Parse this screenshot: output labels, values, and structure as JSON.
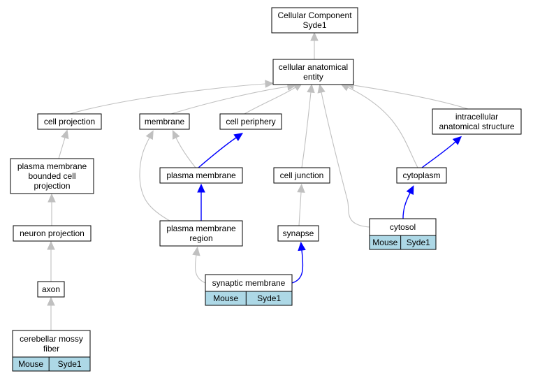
{
  "nodes": {
    "root": {
      "lines": [
        "Cellular Component",
        "Syde1"
      ]
    },
    "cae": {
      "lines": [
        "cellular anatomical",
        "entity"
      ]
    },
    "cellproj": {
      "lines": [
        "cell projection"
      ]
    },
    "membrane": {
      "lines": [
        "membrane"
      ]
    },
    "periphery": {
      "lines": [
        "cell periphery"
      ]
    },
    "intracell": {
      "lines": [
        "intracellular",
        "anatomical structure"
      ]
    },
    "pmbcp": {
      "lines": [
        "plasma membrane",
        "bounded cell",
        "projection"
      ]
    },
    "plasmamem": {
      "lines": [
        "plasma membrane"
      ]
    },
    "celljunction": {
      "lines": [
        "cell junction"
      ]
    },
    "cytoplasm": {
      "lines": [
        "cytoplasm"
      ]
    },
    "neuronproj": {
      "lines": [
        "neuron projection"
      ]
    },
    "pmregion": {
      "lines": [
        "plasma membrane",
        "region"
      ]
    },
    "synapse": {
      "lines": [
        "synapse"
      ]
    },
    "cytosol": {
      "lines": [
        "cytosol"
      ],
      "annotation": [
        "Mouse",
        "Syde1"
      ]
    },
    "axon": {
      "lines": [
        "axon"
      ]
    },
    "synmem": {
      "lines": [
        "synaptic membrane"
      ],
      "annotation": [
        "Mouse",
        "Syde1"
      ]
    },
    "mossy": {
      "lines": [
        "cerebellar mossy",
        "fiber"
      ],
      "annotation": [
        "Mouse",
        "Syde1"
      ]
    }
  },
  "edges": [
    {
      "from": "cae",
      "to": "root",
      "kind": "is_a"
    },
    {
      "from": "cellproj",
      "to": "cae",
      "kind": "is_a"
    },
    {
      "from": "membrane",
      "to": "cae",
      "kind": "is_a"
    },
    {
      "from": "periphery",
      "to": "cae",
      "kind": "is_a"
    },
    {
      "from": "intracell",
      "to": "cae",
      "kind": "is_a"
    },
    {
      "from": "celljunction",
      "to": "cae",
      "kind": "is_a"
    },
    {
      "from": "cytosol",
      "to": "cae",
      "kind": "is_a"
    },
    {
      "from": "cytoplasm",
      "to": "cae",
      "kind": "is_a"
    },
    {
      "from": "pmbcp",
      "to": "cellproj",
      "kind": "is_a"
    },
    {
      "from": "neuronproj",
      "to": "pmbcp",
      "kind": "is_a"
    },
    {
      "from": "axon",
      "to": "neuronproj",
      "kind": "is_a"
    },
    {
      "from": "mossy",
      "to": "axon",
      "kind": "is_a"
    },
    {
      "from": "plasmamem",
      "to": "membrane",
      "kind": "is_a"
    },
    {
      "from": "plasmamem",
      "to": "periphery",
      "kind": "part_of"
    },
    {
      "from": "pmregion",
      "to": "membrane",
      "kind": "is_a"
    },
    {
      "from": "pmregion",
      "to": "plasmamem",
      "kind": "part_of"
    },
    {
      "from": "cytoplasm",
      "to": "intracell",
      "kind": "part_of"
    },
    {
      "from": "cytosol",
      "to": "cytoplasm",
      "kind": "part_of"
    },
    {
      "from": "synapse",
      "to": "celljunction",
      "kind": "is_a"
    },
    {
      "from": "synmem",
      "to": "pmregion",
      "kind": "is_a"
    },
    {
      "from": "synmem",
      "to": "synapse",
      "kind": "part_of"
    }
  ],
  "colors": {
    "is_a": "#c0c0c0",
    "part_of": "#0000ff",
    "annotation_fill": "#add8e6",
    "node_border": "#000000",
    "node_fill": "#ffffff"
  }
}
